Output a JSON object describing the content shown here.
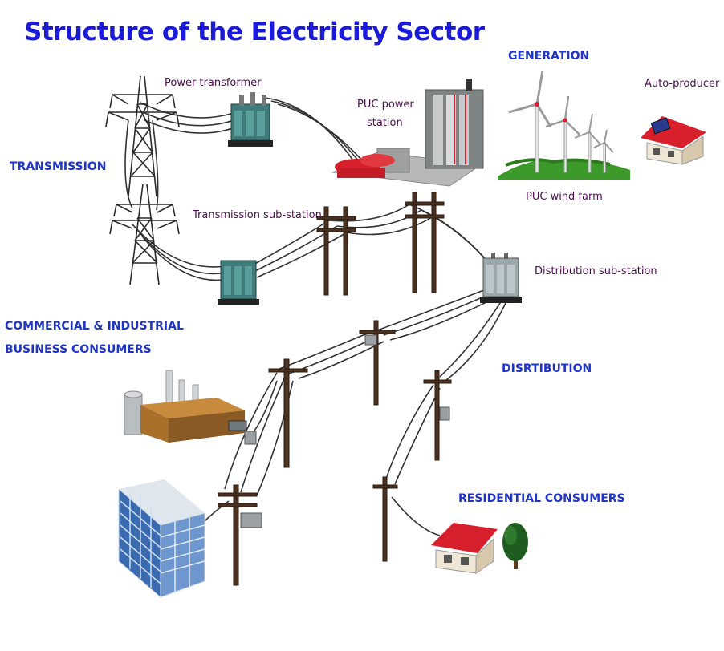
{
  "title": "Structure of the Electricity Sector",
  "sections": {
    "generation": "GENERATION",
    "transmission": "TRANSMISSION",
    "commercial_line1": "COMMERCIAL & INDUSTRIAL",
    "commercial_line2": "BUSINESS CONSUMERS",
    "distribution": "DISRTIBUTION",
    "residential": "RESIDENTIAL CONSUMERS"
  },
  "components": {
    "power_transformer": "Power transformer",
    "power_station_line1": "PUC power",
    "power_station_line2": "station",
    "auto_producer": "Auto-producer",
    "wind_farm": "PUC wind farm",
    "transmission_substation": "Transmission sub-station",
    "distribution_substation": "Distribution sub-station"
  },
  "colors": {
    "section_label": "#1f35c4",
    "title": "#1a1adb",
    "component_label": "#4a0f4f",
    "roof_red": "#d8202c",
    "wire": "#333333",
    "pole_brown": "#4a3120"
  },
  "icons": [
    "transmission-tower-icon",
    "power-transformer-icon",
    "power-station-icon",
    "wind-turbine-icon",
    "house-icon",
    "utility-pole-icon",
    "substation-icon",
    "factory-icon",
    "office-building-icon",
    "tree-icon"
  ]
}
